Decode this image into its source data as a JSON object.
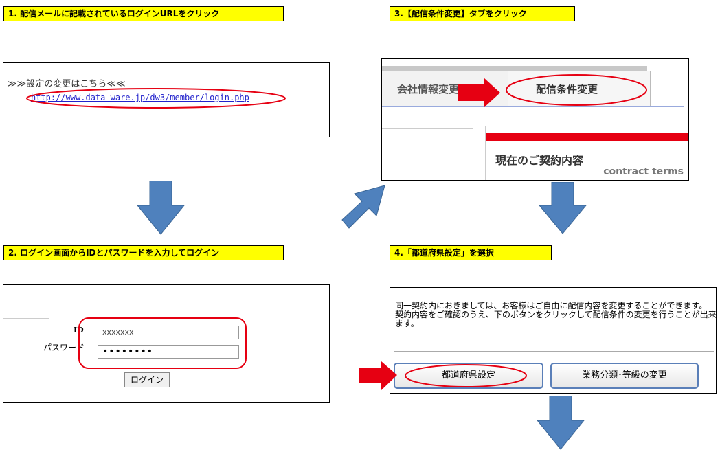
{
  "steps": {
    "s1": "1. 配信メールに記載されているログインURLをクリック",
    "s2": "2. ログイン画面からIDとパスワードを入力してログイン",
    "s3": "3.【配信条件変更】タブをクリック",
    "s4": "4.「都道府県設定」を選択"
  },
  "panel1": {
    "settings_link_text": "≫≫設定の変更はこちら≪≪",
    "login_url": "http://www.data-ware.jp/dw3/member/login.php"
  },
  "panel2": {
    "id_label": "ID",
    "password_label": "パスワード",
    "id_value": "xxxxxxx",
    "password_value": "••••••••",
    "login_button": "ログイン"
  },
  "panel3": {
    "tab_company": "会社情報変更",
    "tab_delivery": "配信条件変更",
    "contract_title": "現在のご契約内容",
    "contract_subtitle": "contract terms"
  },
  "panel4": {
    "desc_line1": "同一契約内におきましては、お客様はご自由に配信内容を変更することができます。",
    "desc_line2": "契約内容をご確認のうえ、下のボタンをクリックして配信条件の変更を行うことが出来ます。",
    "btn_prefecture": "都道府県設定",
    "btn_category": "業務分類･等級の変更"
  },
  "colors": {
    "label_bg": "#ffff00",
    "highlight_red": "#e60012",
    "flow_arrow_blue": "#4f81bd"
  }
}
